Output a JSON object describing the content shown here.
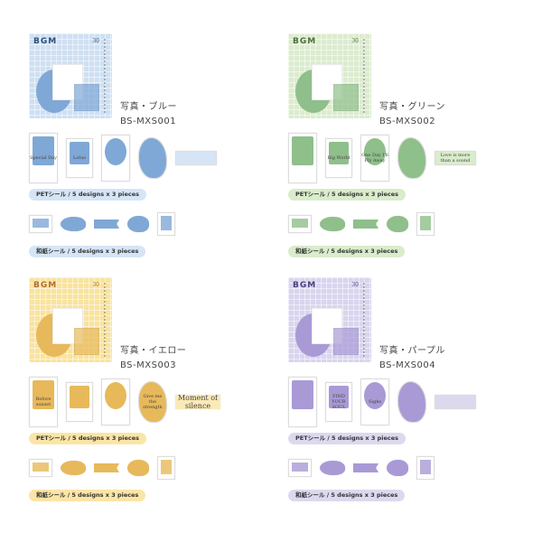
{
  "brand": "BGM",
  "pack_count": "30",
  "products": [
    {
      "name": "写真・ブルー",
      "code": "BS-MXS001",
      "accent": "#d5e5f6",
      "pkg": "#cfe0f3",
      "tone": "#7fa8d6",
      "dark": "#2d4f7d",
      "pet_label": "PETシール / 5 designs x 3 pieces",
      "washi_label": "和紙シール / 5 designs x 3 pieces",
      "sticker_texts": [
        "Special Day",
        "Lotus",
        "",
        "",
        ""
      ]
    },
    {
      "name": "写真・グリーン",
      "code": "BS-MXS002",
      "accent": "#d9eccb",
      "pkg": "#dceccf",
      "tone": "#8fbf8a",
      "dark": "#4d6f3f",
      "pet_label": "PETシール / 5 designs x 3 pieces",
      "washi_label": "和紙シール / 5 designs x 3 pieces",
      "sticker_texts": [
        "",
        "Big World",
        "One Day I'll Fly Away",
        "",
        "Love is more than a sound"
      ]
    },
    {
      "name": "写真・イエロー",
      "code": "BS-MXS003",
      "accent": "#fbe5a6",
      "pkg": "#f8e3a0",
      "tone": "#e7b95a",
      "dark": "#b2702e",
      "pet_label": "PETシール / 5 designs x 3 pieces",
      "washi_label": "和紙シール / 5 designs x 3 pieces",
      "sticker_texts": [
        "Before sunset",
        "",
        "",
        "Give me the strength",
        "Moment of silence"
      ]
    },
    {
      "name": "写真・パープル",
      "code": "BS-MXS004",
      "accent": "#dcd9ef",
      "pkg": "#d9d5ee",
      "tone": "#a99ad6",
      "dark": "#4c3f7c",
      "pet_label": "PETシール / 5 designs x 3 pieces",
      "washi_label": "和紙シール / 5 designs x 3 pieces",
      "sticker_texts": [
        "",
        "FIND YOUR SOUL",
        "Sighs",
        "",
        ""
      ]
    }
  ]
}
